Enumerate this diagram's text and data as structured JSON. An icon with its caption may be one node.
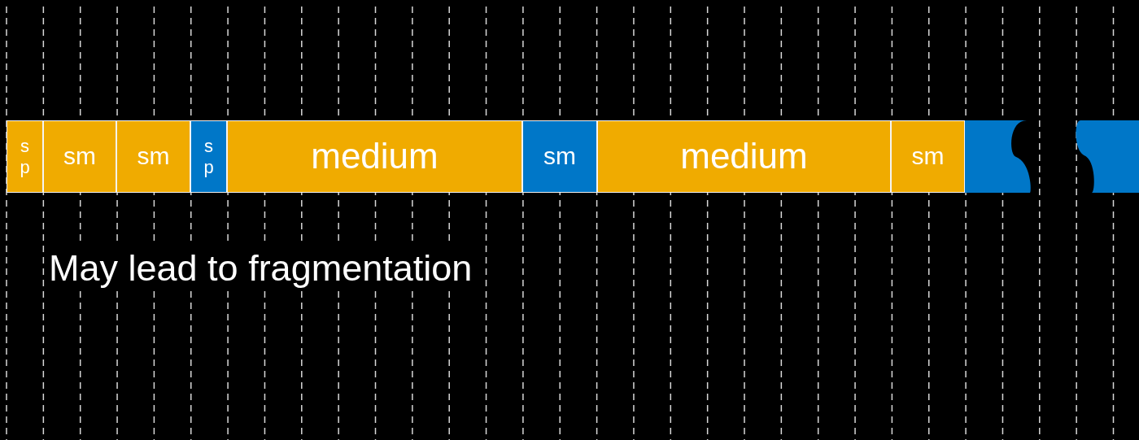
{
  "diagram": {
    "nodes": [
      {
        "text": [
          "sp"
        ]
      },
      {
        "text": [
          "sm"
        ]
      },
      {
        "text": [
          "sm"
        ]
      },
      {
        "text": [
          "sp"
        ]
      },
      {
        "text": [
          "medium"
        ]
      },
      {
        "text": [
          "sm"
        ]
      },
      {
        "text": [
          "medium"
        ]
      },
      {
        "text": [
          "sm"
        ]
      },
      {
        "text": [],
        "shape": "bar"
      },
      {
        "text": [],
        "shape": "bar"
      }
    ],
    "labels": [
      "May lead to fragmentation"
    ]
  }
}
